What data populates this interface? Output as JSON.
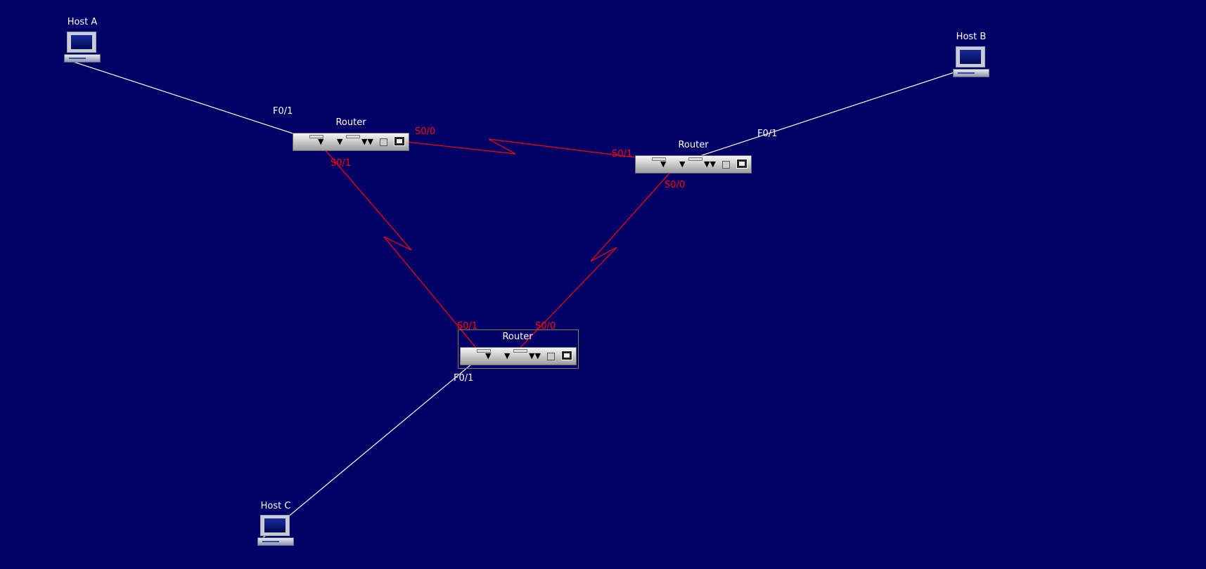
{
  "colors": {
    "background": "#000066",
    "ethernet_link": "#ffffff",
    "serial_link": "#ff0000",
    "label": "#ffffff"
  },
  "devices": {
    "host_a": {
      "label": "Host A",
      "icon": "laptop-icon"
    },
    "host_b": {
      "label": "Host B",
      "icon": "laptop-icon"
    },
    "host_c": {
      "label": "Host C",
      "icon": "laptop-icon"
    },
    "router_1": {
      "label": "Router",
      "icon": "router-icon"
    },
    "router_2": {
      "label": "Router",
      "icon": "router-icon"
    },
    "router_3": {
      "label": "Router",
      "icon": "router-icon"
    }
  },
  "interfaces": {
    "r1_f01": "F0/1",
    "r1_s00": "S0/0",
    "r1_s01": "S0/1",
    "r2_s01": "S0/1",
    "r2_f01": "F0/1",
    "r2_s00": "S0/0",
    "r3_s01": "S0/1",
    "r3_s00": "S0/0",
    "r3_f01": "F0/1"
  },
  "links": [
    {
      "from": "Host A",
      "to": "Router 1",
      "type": "ethernet",
      "interface": "F0/1"
    },
    {
      "from": "Host B",
      "to": "Router 2",
      "type": "ethernet",
      "interface": "F0/1"
    },
    {
      "from": "Host C",
      "to": "Router 3",
      "type": "ethernet",
      "interface": "F0/1"
    },
    {
      "from": "Router 1",
      "to": "Router 2",
      "type": "serial",
      "interfaces": [
        "S0/0",
        "S0/1"
      ]
    },
    {
      "from": "Router 1",
      "to": "Router 3",
      "type": "serial",
      "interfaces": [
        "S0/1",
        "S0/1"
      ]
    },
    {
      "from": "Router 2",
      "to": "Router 3",
      "type": "serial",
      "interfaces": [
        "S0/0",
        "S0/0"
      ]
    }
  ]
}
